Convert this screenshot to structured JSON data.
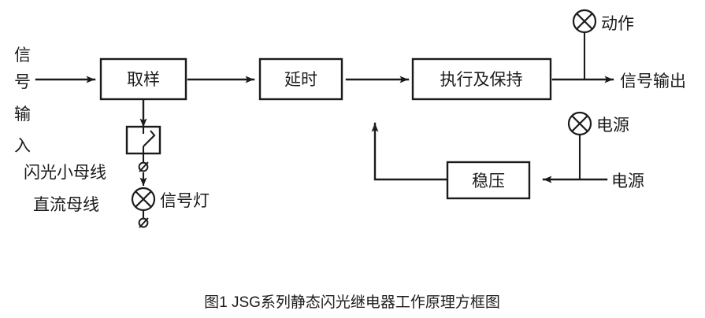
{
  "figure": {
    "caption": "图1  JSG系列静态闪光继电器工作原理方框图",
    "ink_color": "#1b1b1b",
    "background_color": "#ffffff"
  },
  "blocks": [
    {
      "id": "sampling",
      "label": "取样"
    },
    {
      "id": "delay",
      "label": "延时"
    },
    {
      "id": "execute",
      "label": "执行及保持"
    },
    {
      "id": "regulator",
      "label": "稳压"
    }
  ],
  "input_label": {
    "chars": [
      "信",
      "号",
      "输",
      "入"
    ],
    "text": "信号输入"
  },
  "bus_labels": [
    {
      "id": "flash-bus",
      "label": "闪光小母线"
    },
    {
      "id": "dc-bus",
      "label": "直流母线"
    }
  ],
  "lamps": [
    {
      "id": "signal-lamp",
      "label": "信号灯",
      "symbol": "crossed-circle"
    },
    {
      "id": "action-lamp",
      "label": "动作",
      "symbol": "crossed-circle"
    },
    {
      "id": "power-lamp",
      "label": "电源",
      "symbol": "crossed-circle"
    }
  ],
  "terminals": {
    "symbol": "slashed-circle",
    "count": 2
  },
  "io_labels": [
    {
      "id": "signal-output",
      "label": "信号输出"
    },
    {
      "id": "power-input",
      "label": "电源"
    }
  ],
  "contact": {
    "id": "relay-contact",
    "symbol": "normally-open-contact"
  }
}
